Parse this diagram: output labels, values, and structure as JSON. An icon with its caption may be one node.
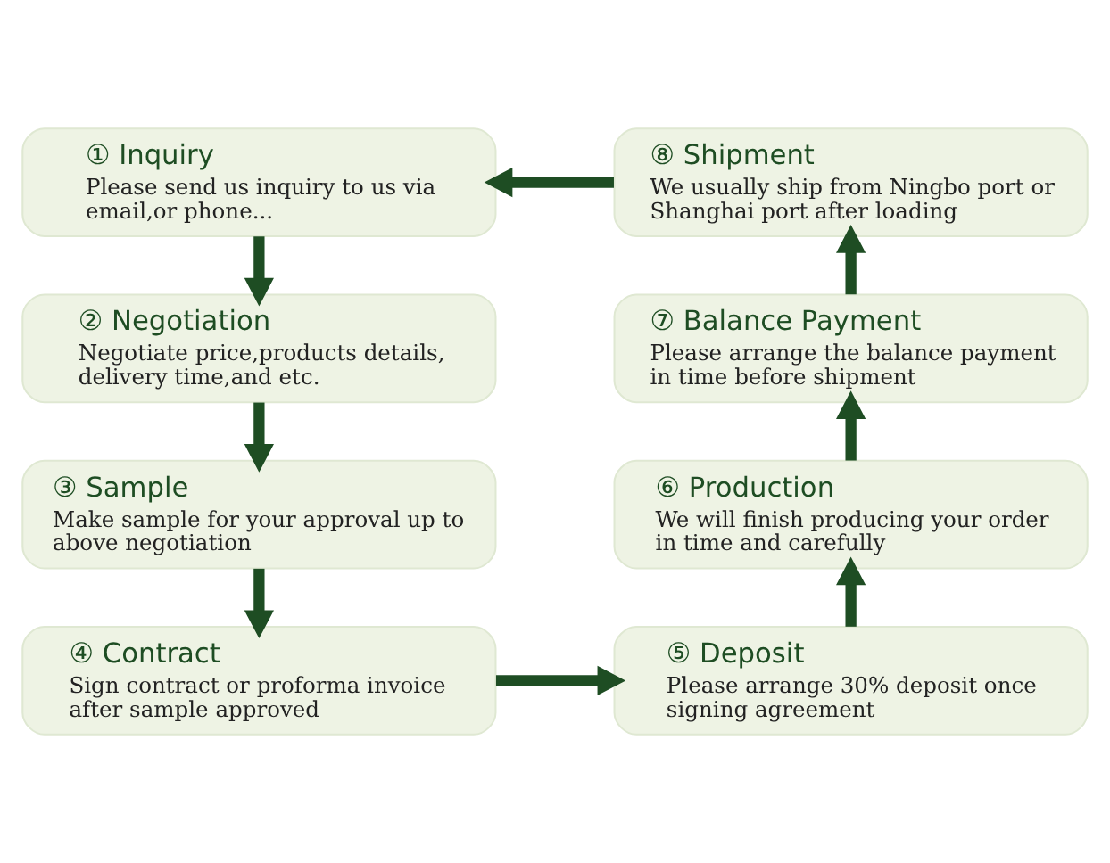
{
  "diagram": {
    "nodes": [
      {
        "text": [
          "① Inquiry",
          "Please send us inquiry to us via email,or phone..."
        ]
      },
      {
        "text": [
          "② Negotiation",
          "Negotiate price,products details, delivery time,and etc."
        ]
      },
      {
        "text": [
          "③ Sample",
          "Make sample for your approval up to above negotiation"
        ]
      },
      {
        "text": [
          "④ Contract",
          "Sign contract or proforma invoice after sample approved"
        ]
      },
      {
        "text": [
          "⑤ Deposit",
          "Please arrange 30% deposit once signing agreement"
        ]
      },
      {
        "text": [
          "⑥ Production",
          "We will finish producing your order in time and carefully"
        ]
      },
      {
        "text": [
          "⑦ Balance Payment",
          "Please arrange the balance payment in time before shipment"
        ]
      },
      {
        "text": [
          "⑧ Shipment",
          "We usually ship from Ningbo port or Shanghai port after loading"
        ]
      }
    ],
    "edges": [
      {
        "from": 0,
        "to": 1,
        "arrow": "to"
      },
      {
        "from": 1,
        "to": 2,
        "arrow": "to"
      },
      {
        "from": 2,
        "to": 3,
        "arrow": "to"
      },
      {
        "from": 3,
        "to": 4,
        "arrow": "to"
      },
      {
        "from": 4,
        "to": 5,
        "arrow": "to"
      },
      {
        "from": 5,
        "to": 6,
        "arrow": "to"
      },
      {
        "from": 6,
        "to": 7,
        "arrow": "to"
      },
      {
        "from": 7,
        "to": 0,
        "arrow": "to"
      }
    ]
  }
}
